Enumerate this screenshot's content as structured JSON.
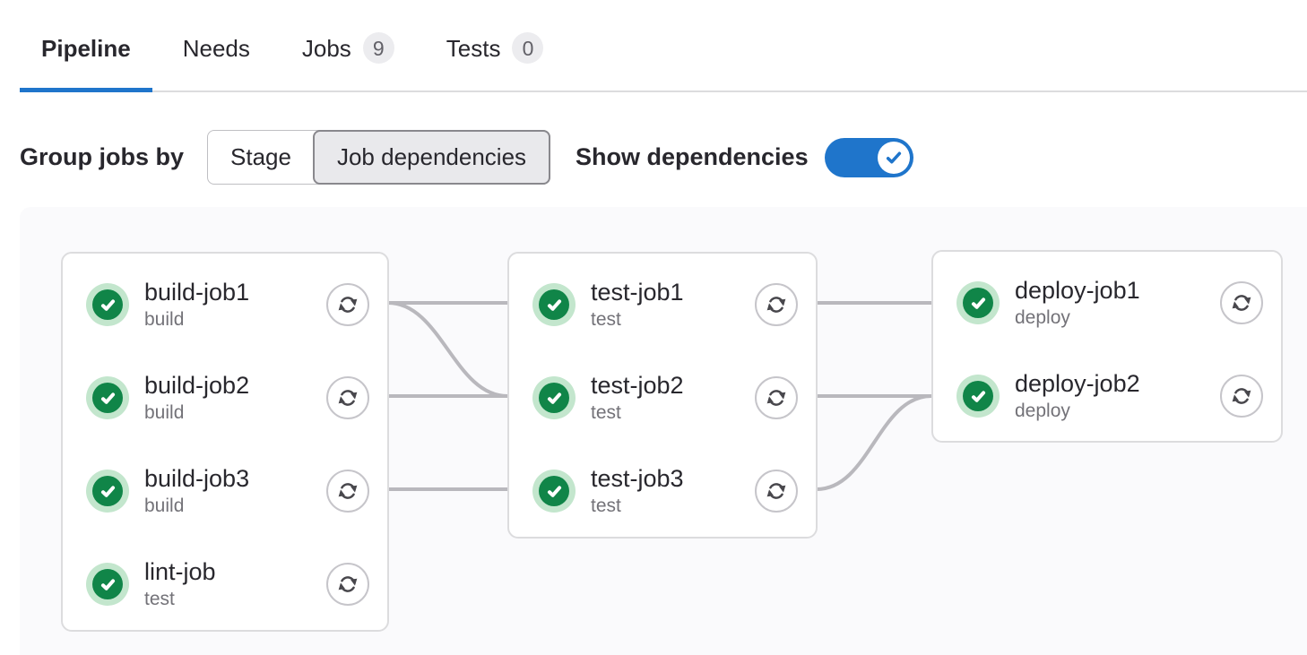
{
  "tabs": {
    "items": [
      {
        "label": "Pipeline",
        "active": true
      },
      {
        "label": "Needs",
        "active": false
      },
      {
        "label": "Jobs",
        "badge": "9",
        "active": false
      },
      {
        "label": "Tests",
        "badge": "0",
        "active": false
      }
    ]
  },
  "controls": {
    "group_label": "Group jobs by",
    "options": [
      {
        "label": "Stage",
        "selected": false
      },
      {
        "label": "Job dependencies",
        "selected": true
      }
    ],
    "show_dependencies_label": "Show dependencies",
    "show_dependencies_on": true
  },
  "graph": {
    "columns": [
      {
        "jobs": [
          {
            "name": "build-job1",
            "stage": "build",
            "status": "success"
          },
          {
            "name": "build-job2",
            "stage": "build",
            "status": "success"
          },
          {
            "name": "build-job3",
            "stage": "build",
            "status": "success"
          },
          {
            "name": "lint-job",
            "stage": "test",
            "status": "success"
          }
        ]
      },
      {
        "jobs": [
          {
            "name": "test-job1",
            "stage": "test",
            "status": "success"
          },
          {
            "name": "test-job2",
            "stage": "test",
            "status": "success"
          },
          {
            "name": "test-job3",
            "stage": "test",
            "status": "success"
          }
        ]
      },
      {
        "jobs": [
          {
            "name": "deploy-job1",
            "stage": "deploy",
            "status": "success"
          },
          {
            "name": "deploy-job2",
            "stage": "deploy",
            "status": "success"
          }
        ]
      }
    ],
    "edges": [
      {
        "from": "build-job1",
        "to": "test-job1"
      },
      {
        "from": "build-job1",
        "to": "test-job2"
      },
      {
        "from": "build-job2",
        "to": "test-job2"
      },
      {
        "from": "build-job3",
        "to": "test-job3"
      },
      {
        "from": "test-job1",
        "to": "deploy-job1"
      },
      {
        "from": "test-job2",
        "to": "deploy-job2"
      },
      {
        "from": "test-job3",
        "to": "deploy-job2"
      }
    ]
  },
  "icons": {
    "status_success": "check-circle",
    "retry": "retry-arrows",
    "toggle_check": "checkmark"
  },
  "colors": {
    "accent_blue": "#1f75cb",
    "success_green": "#108548",
    "success_halo": "#c3e6cd",
    "dependency_line": "#b9b8bd",
    "selected_segment_bg": "#e9e9ec",
    "badge_bg": "#ececef",
    "graph_bg": "#fafafc",
    "card_border": "#dcdcde"
  }
}
